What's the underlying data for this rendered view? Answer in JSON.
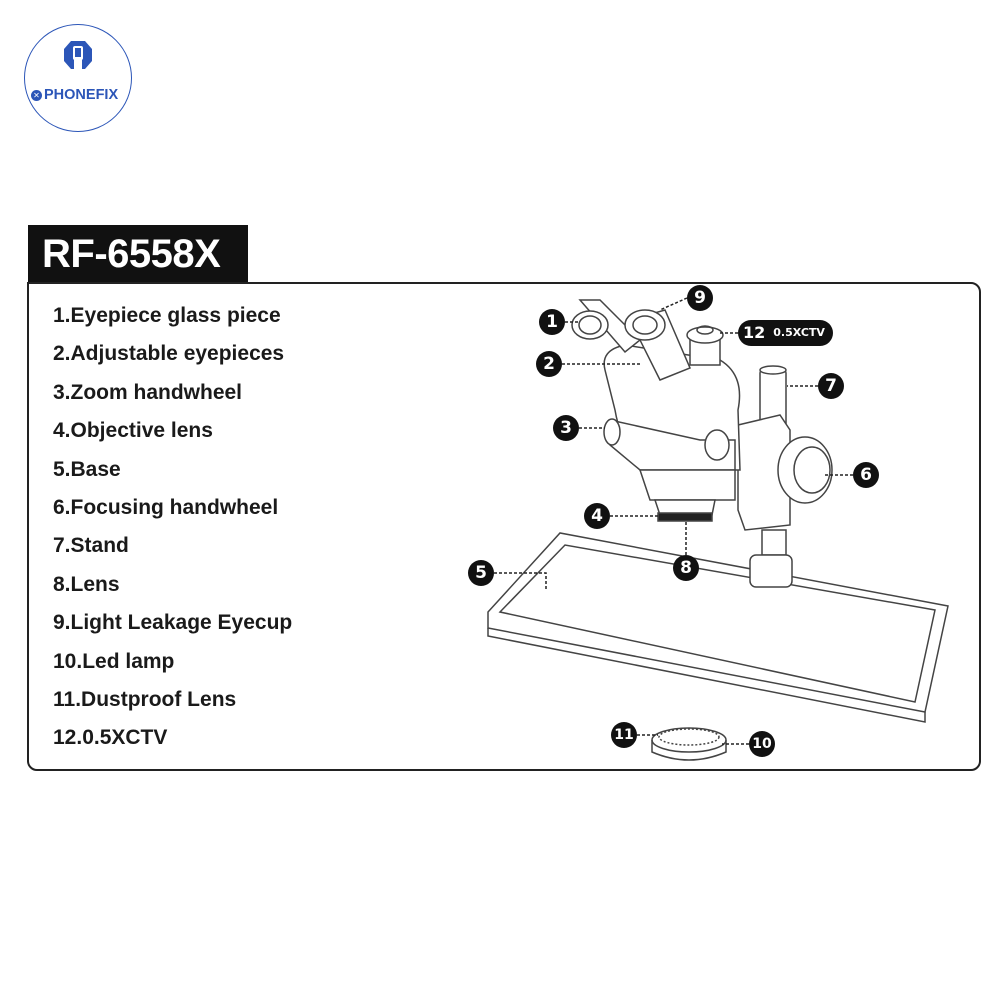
{
  "logo": {
    "brand": "PHONEFIX"
  },
  "title": "RF-6558X",
  "parts": [
    "1.Eyepiece glass piece",
    "2.Adjustable eyepieces",
    "3.Zoom handwheel",
    "4.Objective lens",
    "5.Base",
    "6.Focusing handwheel",
    "7.Stand",
    "8.Lens",
    "9.Light Leakage Eyecup",
    "10.Led lamp",
    "11.Dustproof Lens",
    "12.0.5XCTV"
  ],
  "callouts": {
    "c1": "1",
    "c2": "2",
    "c3": "3",
    "c4": "4",
    "c5": "5",
    "c6": "6",
    "c7": "7",
    "c8": "8",
    "c9": "9",
    "c10": "10",
    "c11": "11",
    "c12": "12",
    "c12_label": "0.5XCTV"
  }
}
